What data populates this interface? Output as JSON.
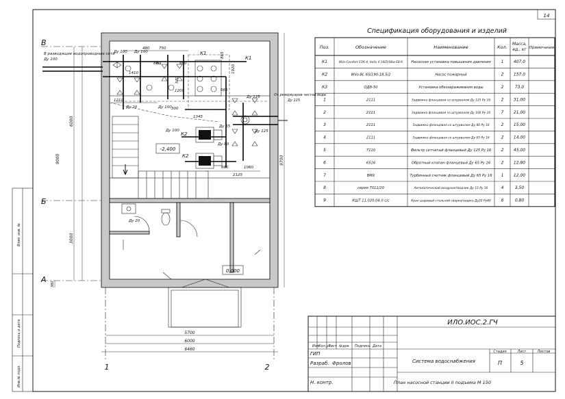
{
  "sheet": {
    "number": "14"
  },
  "spec": {
    "title": "Спецификация оборудования и изделий",
    "headers": [
      "Поз.",
      "Обозначение",
      "Наименование",
      "Кол.",
      "Масса, ед., кг",
      "Примечание"
    ],
    "rows": [
      [
        "К1",
        "Wilo-Comfort COR-4, Helix V 1605/SKw-EB-R",
        "Насосная установка повышения давления",
        "1",
        "407,0",
        ""
      ],
      [
        "К2",
        "Wilo-BL 65/190-18,5/2",
        "Насос пожарный",
        "2",
        "157,0",
        ""
      ],
      [
        "К3",
        "ОДВ-50",
        "Установка обеззараживания воды",
        "2",
        "73,0",
        ""
      ],
      [
        "1",
        "2111",
        "Задвижка фланцевая со штурвалом Ду 125 Ру 16",
        "2",
        "31,00",
        ""
      ],
      [
        "2",
        "2111",
        "Задвижка фланцевая со штурвалом Ду 100 Ру 16",
        "7",
        "21,00",
        ""
      ],
      [
        "3",
        "2111",
        "Задвижка фланцевая со штурвалом Ду 80 Ру 16",
        "2",
        "15,00",
        ""
      ],
      [
        "4",
        "2111",
        "Задвижка фланцевая со штурвалом Ду 65 Ру 16",
        "2",
        "14,00",
        ""
      ],
      [
        "5",
        "7110",
        "Фильтр сетчатый фланцевый Ду 125 Ру 16",
        "2",
        "45,00",
        ""
      ],
      [
        "6",
        "6516",
        "Обратный клапан фланцевый Ду 65 Ру 16",
        "2",
        "12,80",
        ""
      ],
      [
        "7",
        "ВМХ",
        "Турбинный счетчик фланцевый Ду 65 Ру 16",
        "1",
        "12,00",
        ""
      ],
      [
        "8",
        "серия 7011/20",
        "Автоматический воздухоотводчик Ду 15 Ру 16",
        "4",
        "3,50",
        ""
      ],
      [
        "9",
        "КШТ 11.020.04.0 с/с",
        "Кран шаровый стальной сварка/сварка Ду20 Ру40",
        "6",
        "0,80",
        ""
      ]
    ]
  },
  "plan": {
    "axis_b_upper": "В",
    "axis_b_mid": "Б",
    "axis_a": "А",
    "axis_1": "1",
    "axis_2": "2",
    "note_left": "В разводящие водопроводные сети",
    "note_left_dn": "Ду 100",
    "note_right": "От резервуаров чистой воды",
    "note_right_dn": "Ду 125",
    "elev_pump": "-2,400",
    "elev_ground": "0,000",
    "labels": {
      "k1a": "К1",
      "k1b": "К1",
      "k1c": "К1",
      "k2a": "К2",
      "k2b": "К2",
      "du100a": "Ду 100",
      "du100b": "Ду 100",
      "du100c": "Ду 100",
      "du100d": "Ду 100",
      "du20a": "Ду 20",
      "du20b": "Ду 20",
      "du125a": "Ду 125",
      "du125b": "Ду 125",
      "du80": "Ду 80",
      "du65": "Ду 65"
    },
    "dims": {
      "d480": "480",
      "d750": "750",
      "d865": "865",
      "d1920": "1920",
      "d880a": "880",
      "d880b": "880",
      "d1410": "1410",
      "d1210": "1210",
      "d665": "665",
      "d1345": "1345",
      "d1200": "1200",
      "d660": "660",
      "d1060": "1060",
      "d2125": "2125",
      "d570": "570",
      "d300": "300",
      "d380": "380",
      "d6000v": "6000",
      "d9000": "9000",
      "d3000": "3000",
      "d9700": "9700",
      "d5700": "5700",
      "d6000h": "6000",
      "d6460": "6460"
    }
  },
  "stamp": {
    "code": "ИЛО.ИОС.2.ГЧ",
    "col_izm": "Изм",
    "col_kol": "Кол.уч",
    "col_list": "Лист",
    "col_doc": "№док",
    "col_sign": "Подпись",
    "col_date": "Дата",
    "gip": "ГИП",
    "razrab": "Разраб.",
    "razrab_name": "Фролов",
    "nkontr": "Н. контр.",
    "system": "Система водоснабжения",
    "sheet_title": "План насосной станции II подъема М 150",
    "stage_h": "Стадия",
    "list_h": "Лист",
    "lists_h": "Листов",
    "stage": "П",
    "list": "5",
    "lists": ""
  },
  "sidebar": {
    "inv": "Инв.№ подл.",
    "sign": "Подпись и дата",
    "vzam": "Взам. инв. №"
  }
}
